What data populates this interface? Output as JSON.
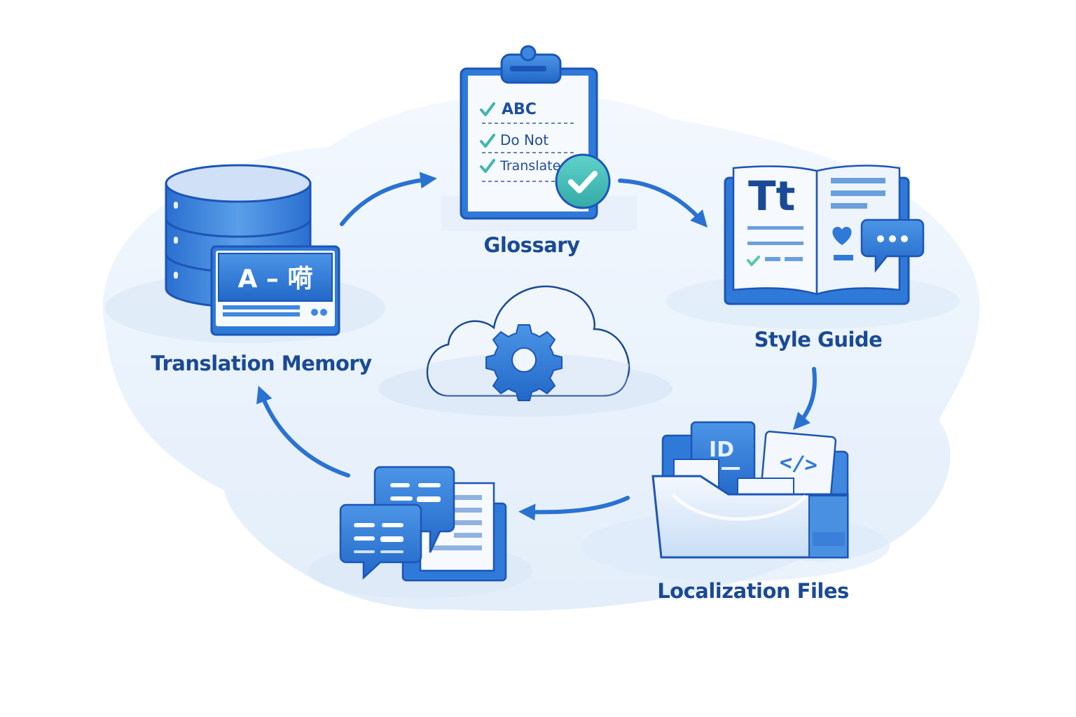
{
  "diagram": {
    "title": "Localization workflow cycle",
    "colors": {
      "primary": "#2f7ad8",
      "dark": "#1a4a96",
      "outline": "#1c55b8",
      "light": "#e8f1fb",
      "teal": "#3fbfb8",
      "background": "#ffffff"
    },
    "nodes": {
      "glossary": {
        "label": "Glossary",
        "items": [
          "ABC",
          "Do Not",
          "Translate"
        ]
      },
      "style_guide": {
        "label": "Style Guide",
        "icon_text": "Tt"
      },
      "localization_files": {
        "label": "Localization Files",
        "file_labels": [
          "ID",
          "</>"
        ]
      },
      "translation_memory": {
        "label": "Translation Memory",
        "screen_text": "A – 嗬"
      },
      "chat_docs": {
        "label": ""
      },
      "center": {
        "icon": "cloud-gear-icon"
      }
    },
    "flow": [
      {
        "from": "translation_memory",
        "to": "glossary"
      },
      {
        "from": "glossary",
        "to": "style_guide"
      },
      {
        "from": "style_guide",
        "to": "localization_files"
      },
      {
        "from": "localization_files",
        "to": "chat_docs"
      },
      {
        "from": "chat_docs",
        "to": "translation_memory"
      }
    ]
  }
}
